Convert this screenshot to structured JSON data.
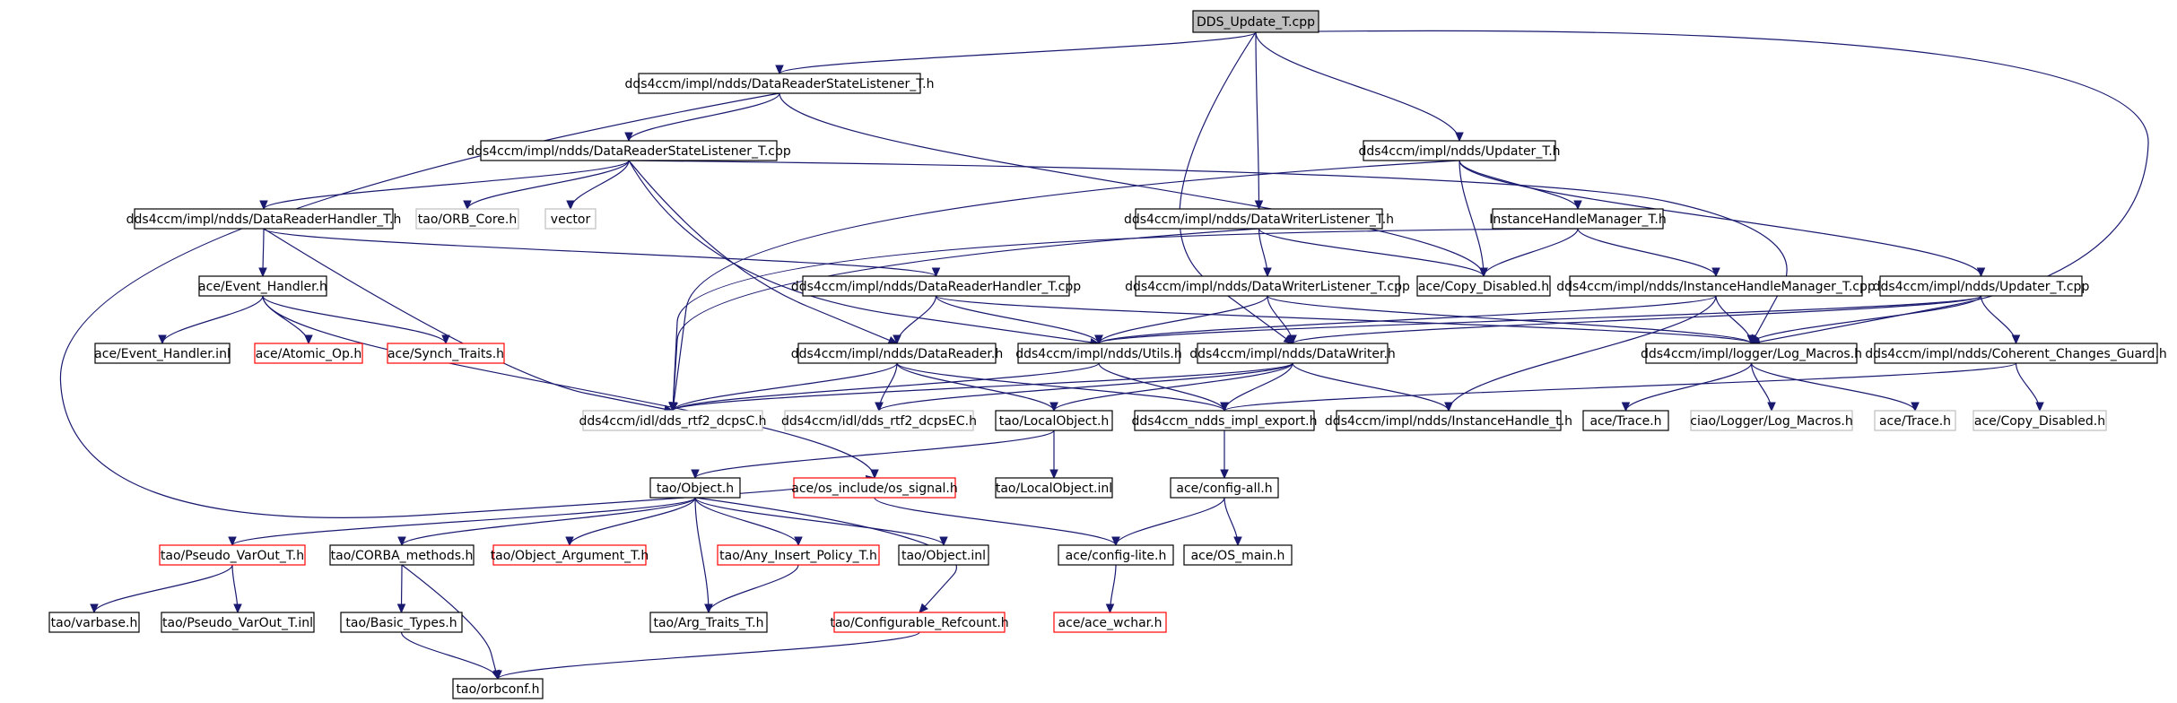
{
  "graph": {
    "root": "DDS_Update_T.cpp",
    "colors": {
      "edge": "#191970",
      "root_fill": "#bfbfbf",
      "node_border": "#000000",
      "external_border": "#bfbfbf",
      "undocumented_border": "#ff0000"
    },
    "nodes": [
      {
        "id": "root",
        "label": "DDS_Update_T.cpp",
        "style": "root"
      },
      {
        "id": "drsl_h",
        "label": "dds4ccm/impl/ndds/DataReaderStateListener_T.h",
        "style": "normal"
      },
      {
        "id": "drsl_cpp",
        "label": "dds4ccm/impl/ndds/DataReaderStateListener_T.cpp",
        "style": "normal"
      },
      {
        "id": "upd_h",
        "label": "dds4ccm/impl/ndds/Updater_T.h",
        "style": "normal"
      },
      {
        "id": "drh_h",
        "label": "dds4ccm/impl/ndds/DataReaderHandler_T.h",
        "style": "normal"
      },
      {
        "id": "orb_core",
        "label": "tao/ORB_Core.h",
        "style": "missing"
      },
      {
        "id": "vector",
        "label": "vector",
        "style": "missing"
      },
      {
        "id": "dwl_h",
        "label": "dds4ccm/impl/ndds/DataWriterListener_T.h",
        "style": "normal"
      },
      {
        "id": "ihm_h",
        "label": "InstanceHandleManager_T.h",
        "style": "normal"
      },
      {
        "id": "evh",
        "label": "ace/Event_Handler.h",
        "style": "normal"
      },
      {
        "id": "drh_cpp",
        "label": "dds4ccm/impl/ndds/DataReaderHandler_T.cpp",
        "style": "normal"
      },
      {
        "id": "dwl_cpp",
        "label": "dds4ccm/impl/ndds/DataWriterListener_T.cpp",
        "style": "normal"
      },
      {
        "id": "copy_dis",
        "label": "ace/Copy_Disabled.h",
        "style": "normal"
      },
      {
        "id": "ihm_cpp",
        "label": "dds4ccm/impl/ndds/InstanceHandleManager_T.cpp",
        "style": "normal"
      },
      {
        "id": "upd_cpp",
        "label": "dds4ccm/impl/ndds/Updater_T.cpp",
        "style": "normal"
      },
      {
        "id": "evh_inl",
        "label": "ace/Event_Handler.inl",
        "style": "normal"
      },
      {
        "id": "atomic",
        "label": "ace/Atomic_Op.h",
        "style": "red"
      },
      {
        "id": "synch",
        "label": "ace/Synch_Traits.h",
        "style": "red"
      },
      {
        "id": "datareader",
        "label": "dds4ccm/impl/ndds/DataReader.h",
        "style": "normal"
      },
      {
        "id": "utils",
        "label": "dds4ccm/impl/ndds/Utils.h",
        "style": "normal"
      },
      {
        "id": "datawriter",
        "label": "dds4ccm/impl/ndds/DataWriter.h",
        "style": "normal"
      },
      {
        "id": "log_macros",
        "label": "dds4ccm/impl/logger/Log_Macros.h",
        "style": "normal"
      },
      {
        "id": "ccg",
        "label": "dds4ccm/impl/ndds/Coherent_Changes_Guard.h",
        "style": "normal"
      },
      {
        "id": "dcpsC",
        "label": "dds4ccm/idl/dds_rtf2_dcpsC.h",
        "style": "missing"
      },
      {
        "id": "dcpsEC",
        "label": "dds4ccm/idl/dds_rtf2_dcpsEC.h",
        "style": "missing"
      },
      {
        "id": "localobj",
        "label": "tao/LocalObject.h",
        "style": "normal"
      },
      {
        "id": "export",
        "label": "dds4ccm_ndds_impl_export.h",
        "style": "normal"
      },
      {
        "id": "ih_t",
        "label": "dds4ccm/impl/ndds/InstanceHandle_t.h",
        "style": "normal"
      },
      {
        "id": "ace_trace1",
        "label": "ace/Trace.h",
        "style": "normal"
      },
      {
        "id": "ciao_log",
        "label": "ciao/Logger/Log_Macros.h",
        "style": "missing"
      },
      {
        "id": "ace_trace2",
        "label": "ace/Trace.h",
        "style": "missing"
      },
      {
        "id": "copy_dis2",
        "label": "ace/Copy_Disabled.h",
        "style": "missing"
      },
      {
        "id": "tao_object",
        "label": "tao/Object.h",
        "style": "normal"
      },
      {
        "id": "os_signal",
        "label": "ace/os_include/os_signal.h",
        "style": "red"
      },
      {
        "id": "localobj_inl",
        "label": "tao/LocalObject.inl",
        "style": "normal"
      },
      {
        "id": "config_all",
        "label": "ace/config-all.h",
        "style": "normal"
      },
      {
        "id": "pseudo_varout",
        "label": "tao/Pseudo_VarOut_T.h",
        "style": "red"
      },
      {
        "id": "corba_methods",
        "label": "tao/CORBA_methods.h",
        "style": "normal"
      },
      {
        "id": "obj_arg",
        "label": "tao/Object_Argument_T.h",
        "style": "red"
      },
      {
        "id": "any_insert",
        "label": "tao/Any_Insert_Policy_T.h",
        "style": "red"
      },
      {
        "id": "object_inl",
        "label": "tao/Object.inl",
        "style": "normal"
      },
      {
        "id": "config_lite",
        "label": "ace/config-lite.h",
        "style": "normal"
      },
      {
        "id": "os_main",
        "label": "ace/OS_main.h",
        "style": "normal"
      },
      {
        "id": "varbase",
        "label": "tao/varbase.h",
        "style": "normal"
      },
      {
        "id": "pseudo_inl",
        "label": "tao/Pseudo_VarOut_T.inl",
        "style": "normal"
      },
      {
        "id": "basic_types",
        "label": "tao/Basic_Types.h",
        "style": "normal"
      },
      {
        "id": "arg_traits",
        "label": "tao/Arg_Traits_T.h",
        "style": "normal"
      },
      {
        "id": "conf_refcount",
        "label": "tao/Configurable_Refcount.h",
        "style": "red"
      },
      {
        "id": "ace_wchar",
        "label": "ace/ace_wchar.h",
        "style": "red"
      },
      {
        "id": "orbconf",
        "label": "tao/orbconf.h",
        "style": "normal"
      }
    ],
    "edges": [
      [
        "root",
        "drsl_h"
      ],
      [
        "root",
        "upd_h"
      ],
      [
        "root",
        "dwl_h"
      ],
      [
        "root",
        "log_macros"
      ],
      [
        "root",
        "datawriter"
      ],
      [
        "drsl_h",
        "drsl_cpp"
      ],
      [
        "drsl_h",
        "copy_dis"
      ],
      [
        "drsl_h",
        "os_signal"
      ],
      [
        "drsl_cpp",
        "drh_h"
      ],
      [
        "drsl_cpp",
        "orb_core"
      ],
      [
        "drsl_cpp",
        "vector"
      ],
      [
        "drsl_cpp",
        "datareader"
      ],
      [
        "drsl_cpp",
        "utils"
      ],
      [
        "drsl_cpp",
        "log_macros"
      ],
      [
        "upd_h",
        "dcpsC"
      ],
      [
        "upd_h",
        "copy_dis"
      ],
      [
        "upd_h",
        "ihm_h"
      ],
      [
        "upd_h",
        "upd_cpp"
      ],
      [
        "drh_h",
        "evh"
      ],
      [
        "drh_h",
        "drh_cpp"
      ],
      [
        "drh_h",
        "dcpsC"
      ],
      [
        "dwl_h",
        "dwl_cpp"
      ],
      [
        "dwl_h",
        "copy_dis"
      ],
      [
        "dwl_h",
        "dcpsC"
      ],
      [
        "ihm_h",
        "copy_dis"
      ],
      [
        "ihm_h",
        "ihm_cpp"
      ],
      [
        "ihm_h",
        "dcpsC"
      ],
      [
        "evh",
        "evh_inl"
      ],
      [
        "evh",
        "atomic"
      ],
      [
        "evh",
        "synch"
      ],
      [
        "evh",
        "os_signal"
      ],
      [
        "drh_cpp",
        "datareader"
      ],
      [
        "drh_cpp",
        "utils"
      ],
      [
        "drh_cpp",
        "log_macros"
      ],
      [
        "dwl_cpp",
        "datawriter"
      ],
      [
        "dwl_cpp",
        "utils"
      ],
      [
        "dwl_cpp",
        "log_macros"
      ],
      [
        "ihm_cpp",
        "log_macros"
      ],
      [
        "ihm_cpp",
        "ih_t"
      ],
      [
        "ihm_cpp",
        "utils"
      ],
      [
        "upd_cpp",
        "log_macros"
      ],
      [
        "upd_cpp",
        "ccg"
      ],
      [
        "upd_cpp",
        "datawriter"
      ],
      [
        "upd_cpp",
        "utils"
      ],
      [
        "datareader",
        "dcpsC"
      ],
      [
        "datareader",
        "dcpsEC"
      ],
      [
        "datareader",
        "localobj"
      ],
      [
        "datareader",
        "export"
      ],
      [
        "utils",
        "dcpsC"
      ],
      [
        "utils",
        "export"
      ],
      [
        "datawriter",
        "dcpsC"
      ],
      [
        "datawriter",
        "dcpsEC"
      ],
      [
        "datawriter",
        "localobj"
      ],
      [
        "datawriter",
        "export"
      ],
      [
        "datawriter",
        "ih_t"
      ],
      [
        "log_macros",
        "ace_trace1"
      ],
      [
        "log_macros",
        "ciao_log"
      ],
      [
        "log_macros",
        "ace_trace2"
      ],
      [
        "ccg",
        "copy_dis2"
      ],
      [
        "ccg",
        "export"
      ],
      [
        "localobj",
        "tao_object"
      ],
      [
        "localobj",
        "localobj_inl"
      ],
      [
        "export",
        "config_all"
      ],
      [
        "tao_object",
        "pseudo_varout"
      ],
      [
        "tao_object",
        "corba_methods"
      ],
      [
        "tao_object",
        "obj_arg"
      ],
      [
        "tao_object",
        "any_insert"
      ],
      [
        "tao_object",
        "object_inl"
      ],
      [
        "tao_object",
        "arg_traits"
      ],
      [
        "tao_object",
        "conf_refcount"
      ],
      [
        "os_signal",
        "config_lite"
      ],
      [
        "config_all",
        "config_lite"
      ],
      [
        "config_all",
        "os_main"
      ],
      [
        "pseudo_varout",
        "varbase"
      ],
      [
        "pseudo_varout",
        "pseudo_inl"
      ],
      [
        "corba_methods",
        "basic_types"
      ],
      [
        "corba_methods",
        "orbconf"
      ],
      [
        "any_insert",
        "arg_traits"
      ],
      [
        "basic_types",
        "orbconf"
      ],
      [
        "conf_refcount",
        "orbconf"
      ],
      [
        "config_lite",
        "ace_wchar"
      ]
    ]
  }
}
